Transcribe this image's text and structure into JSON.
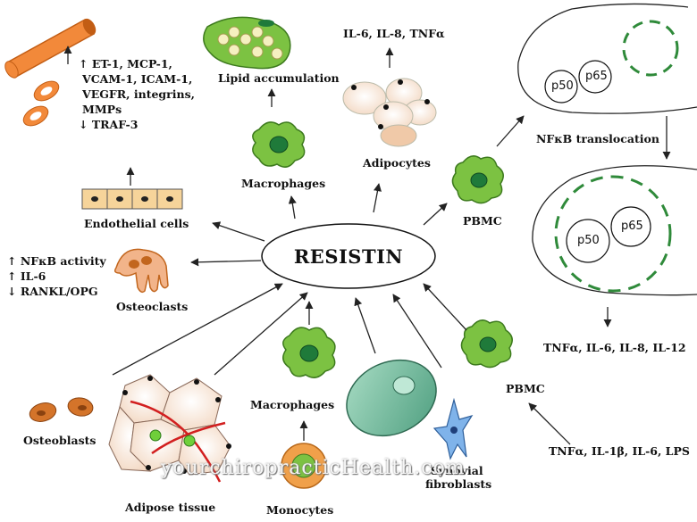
{
  "center": {
    "label": "RESISTIN"
  },
  "labels": {
    "endothelial_effects": [
      "↑ ET-1, MCP-1,",
      "VCAM-1, ICAM-1,",
      "VEGFR, integrins,",
      "MMPs",
      "↓ TRAF-3"
    ],
    "endothelial_cells": "Endothelial cells",
    "lipid_accumulation": "Lipid accumulation",
    "macrophages_top": "Macrophages",
    "il_top": "IL-6, IL-8, TNFα",
    "adipocytes": "Adipocytes",
    "pbmc_top": "PBMC",
    "nfkb_translocation": "NFκB translocation",
    "osteoclast_effects": [
      "↑ NFκB activity",
      "↑ IL-6",
      "↓ RANKL/OPG"
    ],
    "osteoclasts": "Osteoclasts",
    "osteoblasts": "Osteoblasts",
    "adipose_tissue": "Adipose tissue",
    "macrophages_bottom": "Macrophages",
    "monocytes": "Monocytes",
    "synovial_fibroblasts": [
      "Synovial",
      "fibroblasts"
    ],
    "pbmc_bottom": "PBMC",
    "pbmc_output": "TNFα, IL-6, IL-8, IL-12",
    "pbmc_input": "TNFα, IL-1β, IL-6, LPS",
    "watermark": "yourchiropracticHealth.com"
  },
  "nfkb_nodes": {
    "p50": "p50",
    "p65": "p65"
  },
  "colors": {
    "cell_green": "#7cc242",
    "nucleus_green": "#1f7a3a",
    "vessel_orange": "#f2893a",
    "arrow": "#222222",
    "dashed_membrane": "#2f8a3a",
    "chondrocyte_teal": "#6fb89a",
    "fibroblast_blue": "#4f8fd6"
  }
}
